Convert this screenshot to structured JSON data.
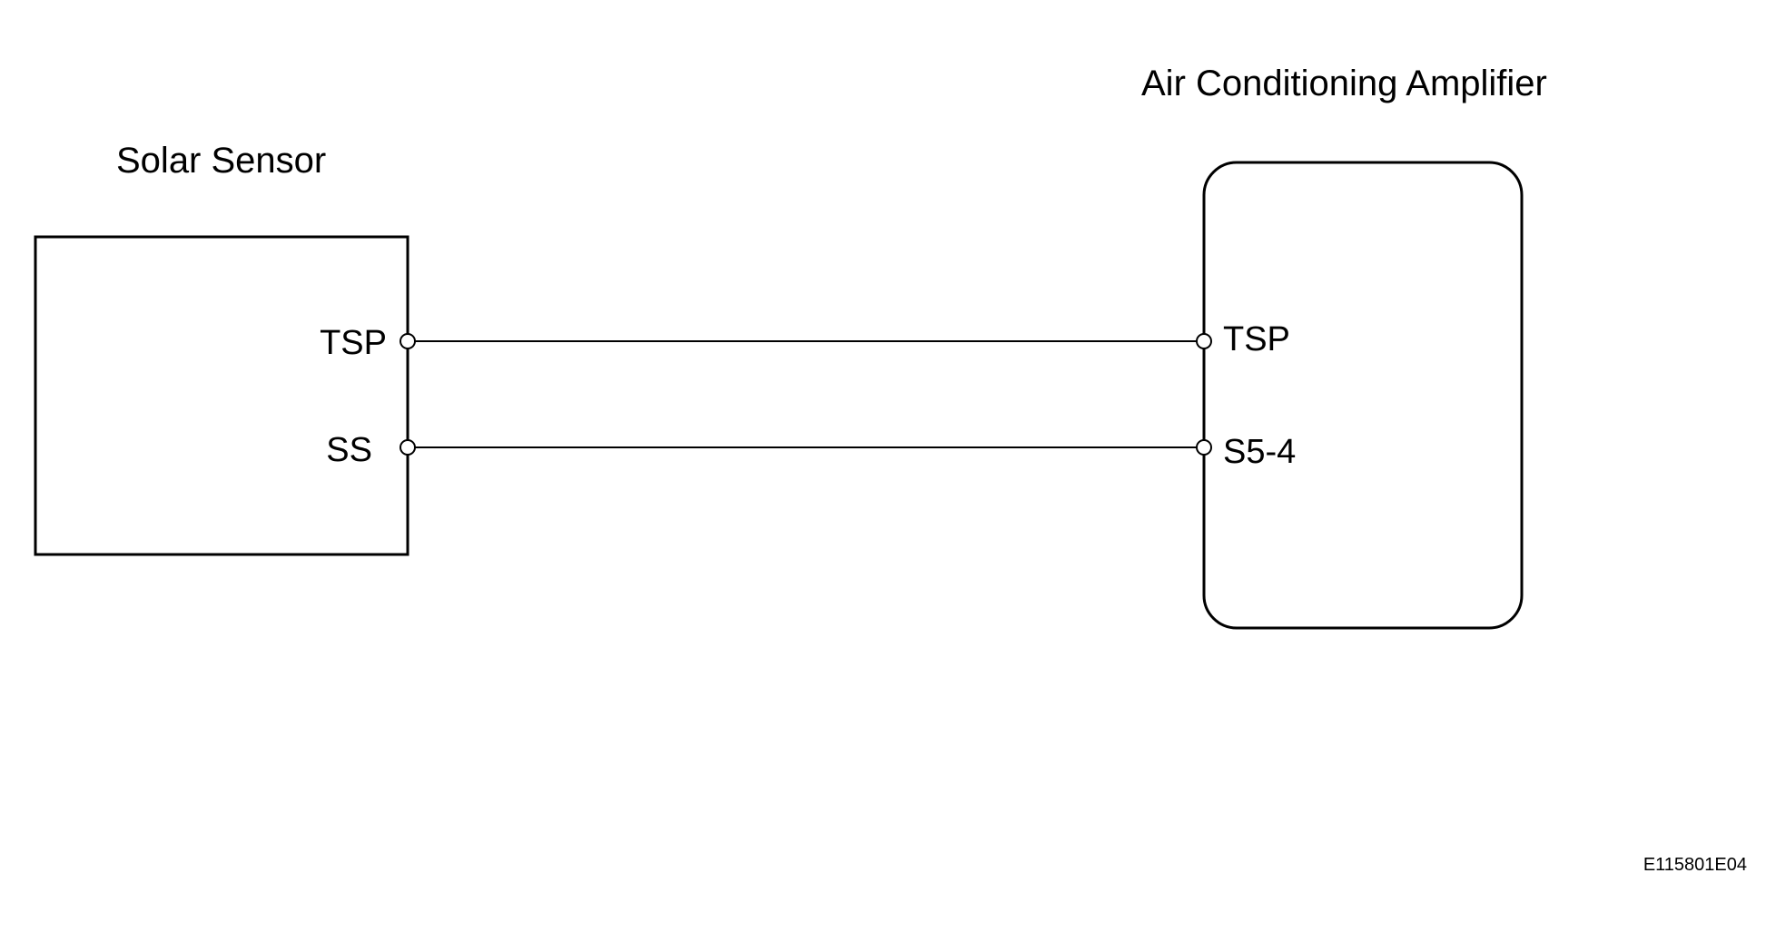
{
  "components": {
    "solar_sensor": {
      "title": "Solar Sensor",
      "pins": [
        {
          "label": "TSP"
        },
        {
          "label": "SS"
        }
      ]
    },
    "ac_amplifier": {
      "title": "Air Conditioning Amplifier",
      "pins": [
        {
          "label": "TSP"
        },
        {
          "label": "S5-4"
        }
      ]
    }
  },
  "wires": [
    {
      "from": "TSP",
      "to": "TSP"
    },
    {
      "from": "SS",
      "to": "S5-4"
    }
  ],
  "figure_code": "E115801E04"
}
